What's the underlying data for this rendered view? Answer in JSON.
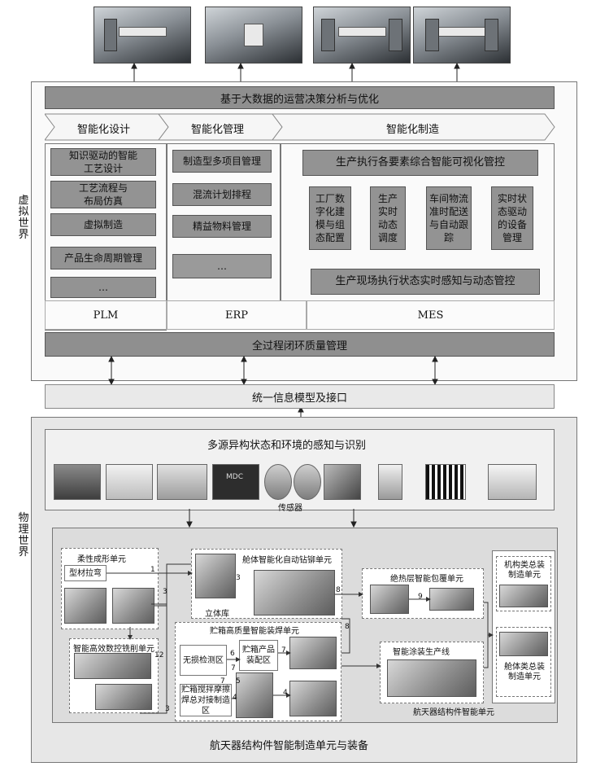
{
  "top_bar": "基于大数据的运营决策分析与优化",
  "stages": [
    "智能化设计",
    "智能化管理",
    "智能化制造"
  ],
  "virtual_label": "虚拟世界",
  "physical_label": "物理世界",
  "design_items": [
    "知识驱动的智能工艺设计",
    "工艺流程与布局仿真",
    "虚拟制造",
    "产品生命周期管理",
    "…"
  ],
  "mgmt_items": [
    "制造型多项目管理",
    "混流计划排程",
    "精益物料管理",
    "…"
  ],
  "mfg_top": "生产执行各要素综合智能可视化管控",
  "mfg_items": [
    "工厂数字化建模与组态配置",
    "生产实时动态调度",
    "车间物流准时配送与自动跟踪",
    "实时状态驱动的设备管理"
  ],
  "mfg_bottom": "生产现场执行状态实时感知与动态管控",
  "systems": [
    "PLM",
    "ERP",
    "MES"
  ],
  "quality_bar": "全过程闭环质量管理",
  "interface_bar": "统一信息模型及接口",
  "sensing_title": "多源异构状态和环境的感知与识别",
  "sensor_label": "传感器",
  "mdc_label": "MDC",
  "units": {
    "flexible_forming": "柔性成形单元",
    "profile_bending": "型材拉弯",
    "cabin_drilling": "舱体智能化自动钻铆单元",
    "warehouse": "立体库",
    "insulation": "绝热层智能包覆单元",
    "machining": "智能高效数控铣削单元",
    "tank_welding": "贮箱高质量智能装焊单元",
    "ndt": "无损检测区",
    "tank_assembly": "贮箱产品装配区",
    "friction_weld": "贮箱搅拌摩擦焊总对接制造区",
    "painting": "智能涂装生产线",
    "mechanism_assembly": "机构类总装制造单元",
    "cabin_assembly": "舱体类总装制造单元",
    "structure_unit": "航天器结构件智能单元"
  },
  "flow_numbers": [
    "1",
    "3",
    "3",
    "8",
    "8",
    "9",
    "12",
    "6",
    "7",
    "7",
    "7",
    "5",
    "4",
    "4",
    "3"
  ],
  "caption": "航天器结构件智能制造单元与装备"
}
